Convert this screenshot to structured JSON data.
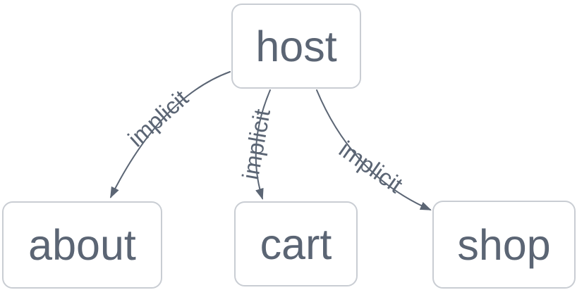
{
  "graph": {
    "background": "#ffffff",
    "colors": {
      "edge": "#5b6574",
      "node_border": "#c9cdd3",
      "node_fill": "#ffffff",
      "node_text": "#5b6574",
      "edge_label_text": "#5b6574"
    },
    "nodes": [
      {
        "id": "host",
        "label": "host"
      },
      {
        "id": "about",
        "label": "about"
      },
      {
        "id": "cart",
        "label": "cart"
      },
      {
        "id": "shop",
        "label": "shop"
      }
    ],
    "edges": [
      {
        "from": "host",
        "to": "about",
        "label": "implicit"
      },
      {
        "from": "host",
        "to": "cart",
        "label": "implicit"
      },
      {
        "from": "host",
        "to": "shop",
        "label": "implicit"
      }
    ]
  }
}
